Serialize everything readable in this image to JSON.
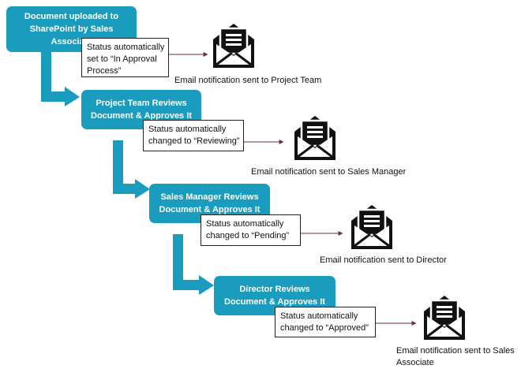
{
  "colors": {
    "step_box": "#1a9cbf",
    "connector": "#1a9cbf",
    "arrow": "#6b2f3a",
    "icon": "#111111"
  },
  "steps": [
    {
      "label": "Document uploaded to SharePoint by Sales Associate"
    },
    {
      "label": "Project Team Reviews Document & Approves It"
    },
    {
      "label": "Sales Manager Reviews Document & Approves It"
    },
    {
      "label": "Director Reviews Document & Approves It"
    }
  ],
  "statuses": [
    {
      "text": "Status automatically set to “In Approval Process”"
    },
    {
      "text": "Status automatically changed to “Reviewing”"
    },
    {
      "text": "Status automatically changed to “Pending”"
    },
    {
      "text": "Status automatically changed to “Approved”"
    }
  ],
  "notifications": [
    {
      "icon": "open-envelope-icon",
      "text": "Email notification sent to Project Team"
    },
    {
      "icon": "open-envelope-icon",
      "text": "Email notification sent to Sales Manager"
    },
    {
      "icon": "open-envelope-icon",
      "text": "Email notification sent to Director"
    },
    {
      "icon": "open-envelope-icon",
      "text": "Email notification sent to Sales Associate"
    }
  ]
}
